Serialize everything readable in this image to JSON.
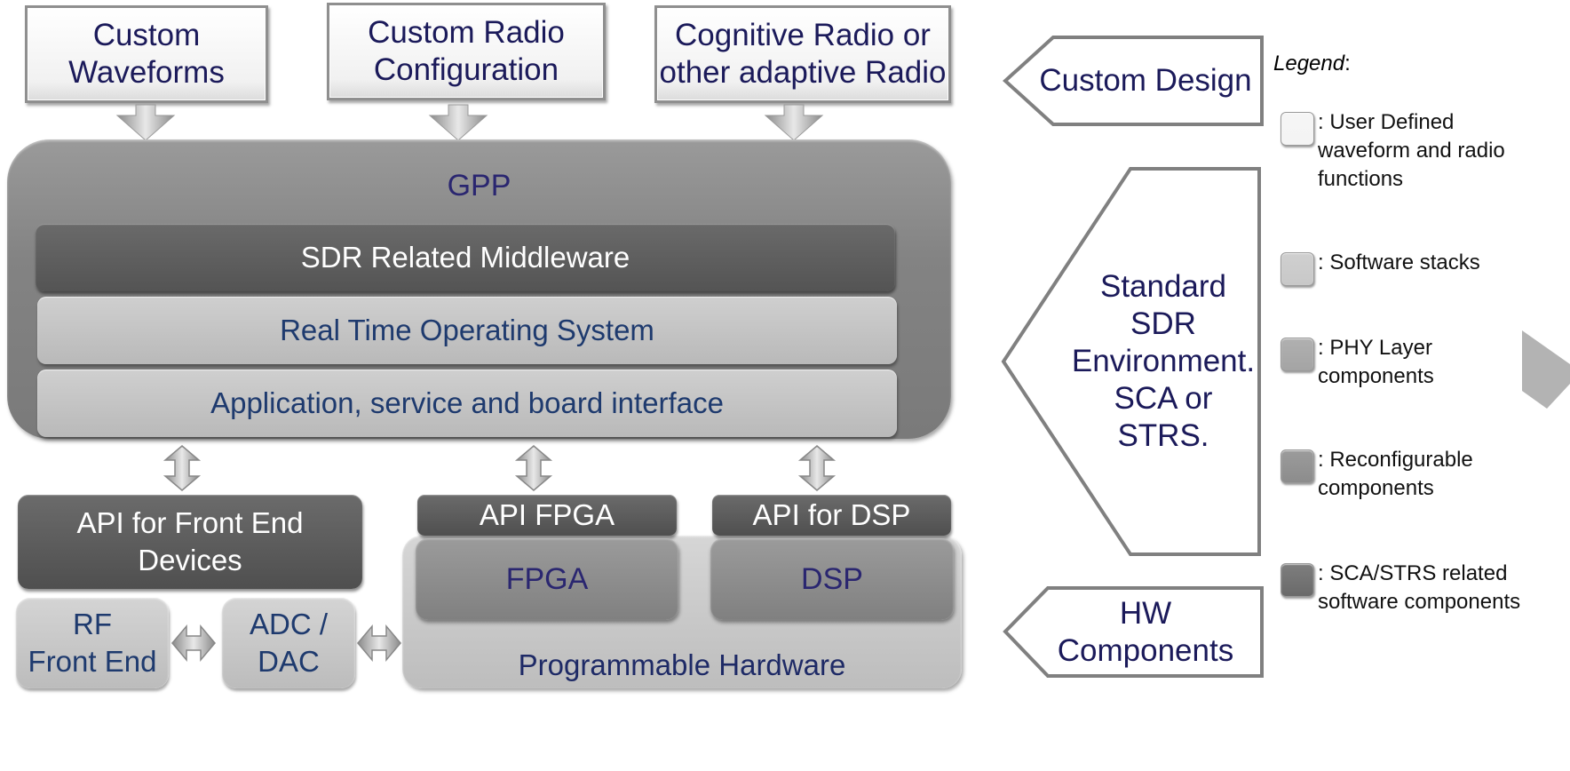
{
  "top_boxes": [
    {
      "line1": "Custom",
      "line2": "Waveforms"
    },
    {
      "line1": "Custom Radio",
      "line2": "Configuration"
    },
    {
      "line1": "Cognitive Radio or",
      "line2": "other adaptive Radio"
    }
  ],
  "gpp": {
    "title": "GPP",
    "middleware": "SDR Related Middleware",
    "rtos": "Real Time Operating System",
    "app_interface": "Application, service and board interface"
  },
  "lower": {
    "api_front_end": {
      "line1": "API for Front End",
      "line2": "Devices"
    },
    "rf": {
      "line1": "RF",
      "line2": "Front End"
    },
    "adc": {
      "line1": "ADC /",
      "line2": "DAC"
    },
    "api_fpga": "API FPGA",
    "api_dsp": "API for DSP",
    "fpga": "FPGA",
    "dsp": "DSP",
    "programmable_hardware": "Programmable Hardware"
  },
  "side_labels": {
    "custom_design": "Custom Design",
    "standard_env": [
      "Standard",
      "SDR",
      "Environment.",
      "SCA or",
      "STRS."
    ],
    "hw_components": {
      "line1": "HW",
      "line2": "Components"
    }
  },
  "legend": {
    "title": "Legend",
    "items": [
      {
        "label": ": User Defined waveform and radio functions",
        "color": "#f4f4f4"
      },
      {
        "label": ": Software stacks",
        "color": "#c8c8c8"
      },
      {
        "label": ": PHY Layer components",
        "color": "#a4a4a4"
      },
      {
        "label": ": Reconfigurable components",
        "color": "#8c8c8c"
      },
      {
        "label": ": SCA/STRS related software components",
        "color": "#6a6a6a"
      }
    ]
  },
  "colors": {
    "text_navy": "#1b1a5a",
    "outline_gray": "#808080"
  }
}
